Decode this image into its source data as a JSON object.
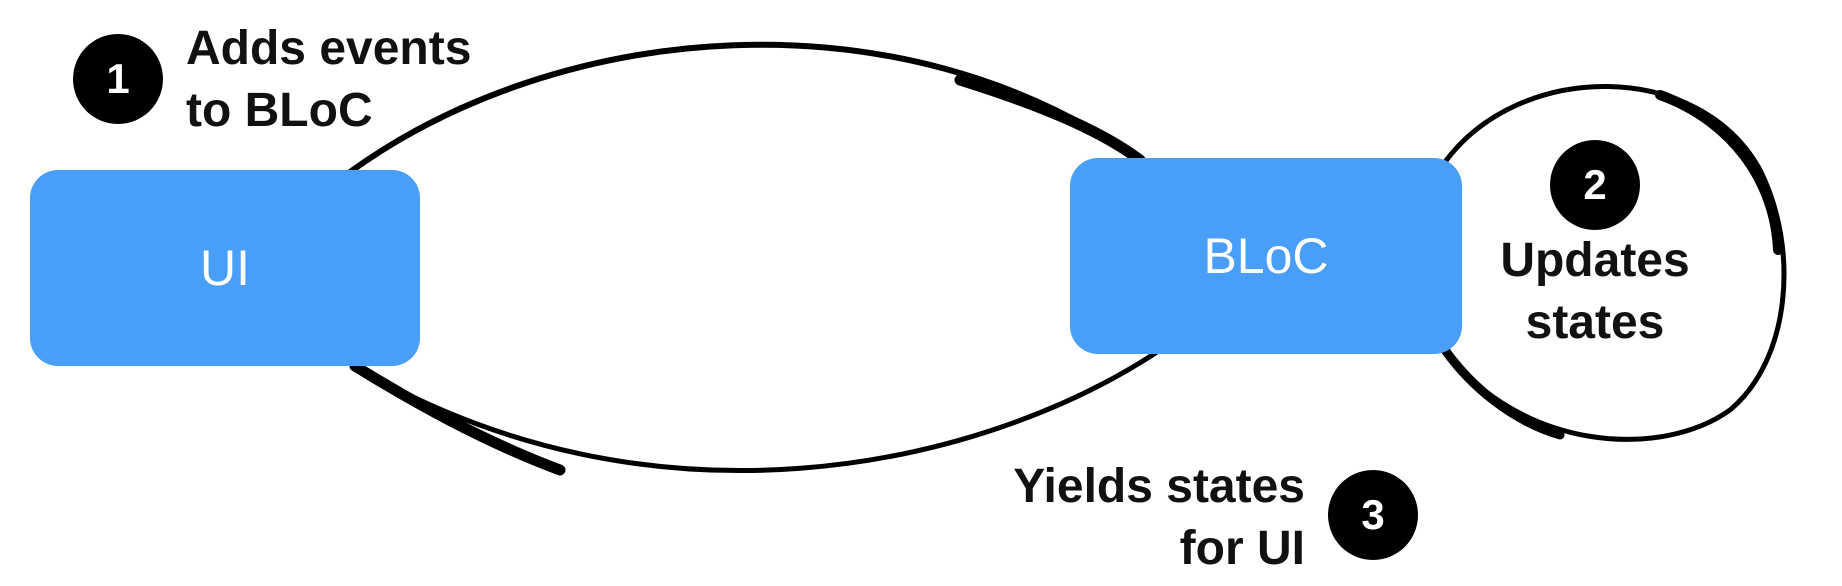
{
  "nodes": {
    "ui": "UI",
    "bloc": "BLoC"
  },
  "steps": [
    {
      "number": "1",
      "line1": "Adds events",
      "line2": "to BLoC"
    },
    {
      "number": "2",
      "line1": "Updates",
      "line2": "states"
    },
    {
      "number": "3",
      "line1": "Yields states",
      "line2": "for UI"
    }
  ],
  "colors": {
    "node_fill": "#499ff7",
    "node_text": "#ffffff",
    "badge_fill": "#000000",
    "line": "#000000"
  }
}
